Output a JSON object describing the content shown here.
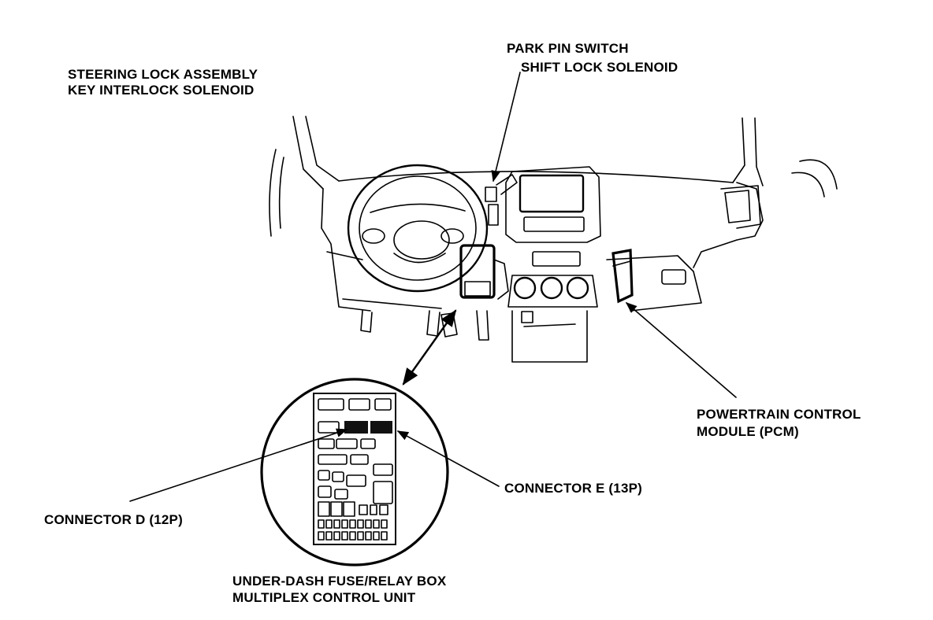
{
  "labels": {
    "steering_lock": "STEERING LOCK ASSEMBLY",
    "key_interlock": "KEY INTERLOCK SOLENOID",
    "park_pin": "PARK PIN SWITCH",
    "shift_lock": "SHIFT LOCK SOLENOID",
    "pcm_line1": "POWERTRAIN CONTROL",
    "pcm_line2": "MODULE (PCM)",
    "connector_e": "CONNECTOR E (13P)",
    "connector_d": "CONNECTOR D (12P)",
    "fuse_box": "UNDER-DASH FUSE/RELAY BOX",
    "multiplex": "MULTIPLEX CONTROL UNIT"
  }
}
